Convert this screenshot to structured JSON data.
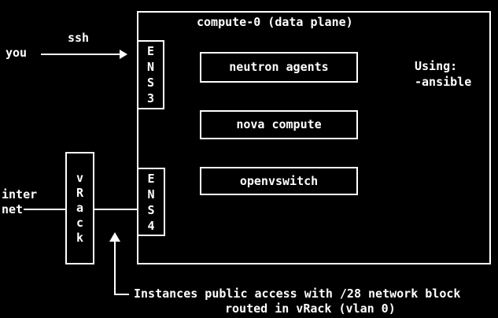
{
  "colors": {
    "background": "#000000",
    "foreground": "#ffffff"
  },
  "diagram": {
    "title": "compute-0 (data plane)",
    "external": {
      "you_label": "you",
      "ssh_label": "ssh",
      "internet_line1": "inter",
      "internet_line2": "net"
    },
    "interfaces": {
      "ens3": "ENS3",
      "ens4": "ENS4"
    },
    "vrack_label": "vRack",
    "services": [
      {
        "label": "neutron agents"
      },
      {
        "label": "nova compute"
      },
      {
        "label": "openvswitch"
      }
    ],
    "using_note": {
      "line1": "Using:",
      "line2": "-ansible"
    },
    "annotation": {
      "line1": "Instances public access with /28 network block",
      "line2": "routed in vRack (vlan 0)"
    },
    "icons": {
      "ssh_arrow": "arrow-right-icon",
      "annotation_arrow": "arrow-up-icon"
    }
  }
}
